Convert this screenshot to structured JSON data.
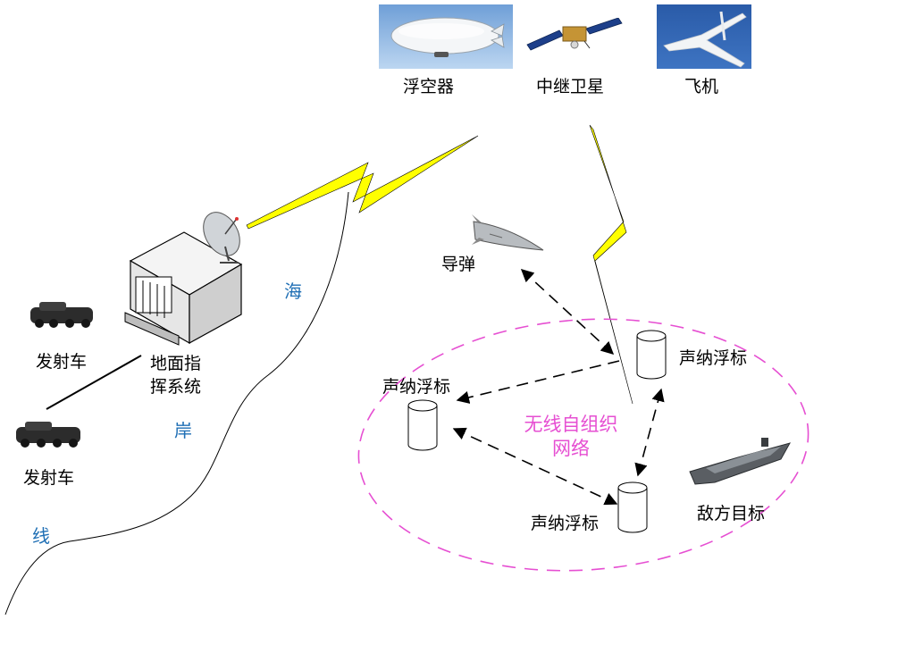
{
  "labels": {
    "aerostat": "浮空器",
    "relay_satellite": "中继卫星",
    "aircraft": "飞机",
    "missile": "导弹",
    "launcher_1": "发射车",
    "launcher_2": "发射车",
    "ground_command_line1": "地面指",
    "ground_command_line2": "挥系统",
    "coast_char_1": "海",
    "coast_char_2": "岸",
    "coast_char_3": "线",
    "network_line1": "无线自组织",
    "network_line2": "网络",
    "sonobuoy_1": "声纳浮标",
    "sonobuoy_2": "声纳浮标",
    "sonobuoy_3": "声纳浮标",
    "enemy_target": "敌方目标"
  },
  "colors": {
    "lightning": "#ffff00",
    "network_boundary": "#e64fd2",
    "coastline_label": "#1f6fb5",
    "line": "#000000"
  },
  "icons": [
    "airship-photo",
    "satellite-photo",
    "aircraft-photo",
    "missile-icon",
    "launcher-vehicle-icon",
    "command-building-icon",
    "satellite-dish-icon",
    "sonobuoy-icon",
    "aircraft-carrier-icon"
  ]
}
